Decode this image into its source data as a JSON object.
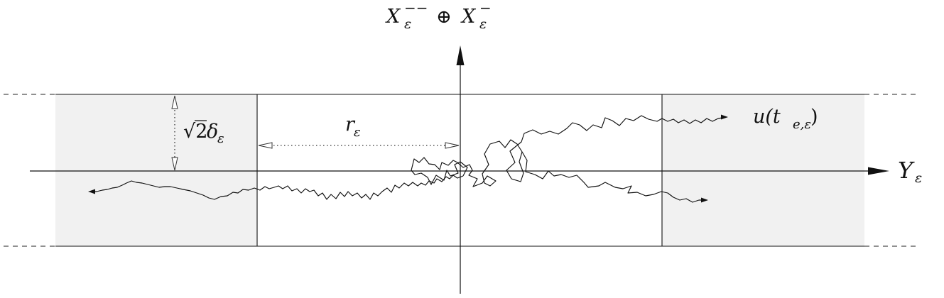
{
  "labels": {
    "vertical_axis_top": "X",
    "vertical_axis_top_sup": "−−",
    "vertical_axis_top_sub": "ε",
    "oplus": "⊕",
    "vertical_axis_second": "X",
    "vertical_axis_second_sup": "−",
    "vertical_axis_second_sub": "ε",
    "horizontal_axis": "Y",
    "horizontal_axis_sub": "ε",
    "r_label": "r",
    "r_sub": "ε",
    "sqrt_label": "√2",
    "delta": "δ",
    "delta_sub": "ε",
    "u_label": "u(t",
    "u_sub": "e,ε",
    "u_close": ")"
  },
  "colors": {
    "shaded_region": "#f1f1f1",
    "lines": "#111111"
  }
}
